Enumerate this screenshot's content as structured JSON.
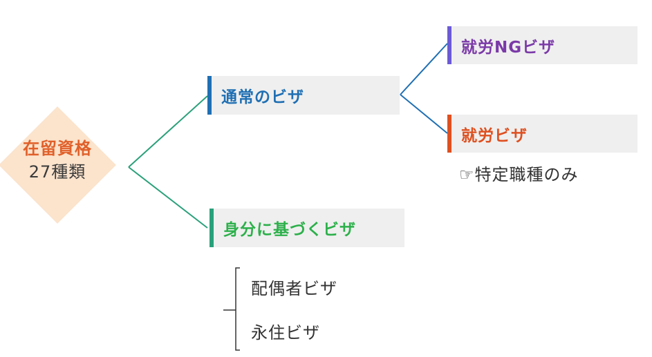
{
  "root": {
    "title": "在留資格",
    "subtitle": "27種類"
  },
  "branches": {
    "normal": {
      "label": "通常のビザ",
      "children": {
        "no_work": {
          "label": "就労NGビザ"
        },
        "work": {
          "label": "就労ビザ",
          "note": "☞特定職種のみ"
        }
      }
    },
    "status": {
      "label": "身分に基づくビザ",
      "children": [
        "配偶者ビザ",
        "永住ビザ"
      ]
    }
  },
  "colors": {
    "root_accent": "#e0602a",
    "root_fill": "#fbe3cc",
    "normal": "#1f6fb3",
    "status_text": "#2db04b",
    "status_bar": "#2aa07a",
    "no_work": "#7b3aa8",
    "work": "#de5020",
    "connector_green": "#2aa07a",
    "connector_blue": "#1f6fb3"
  }
}
